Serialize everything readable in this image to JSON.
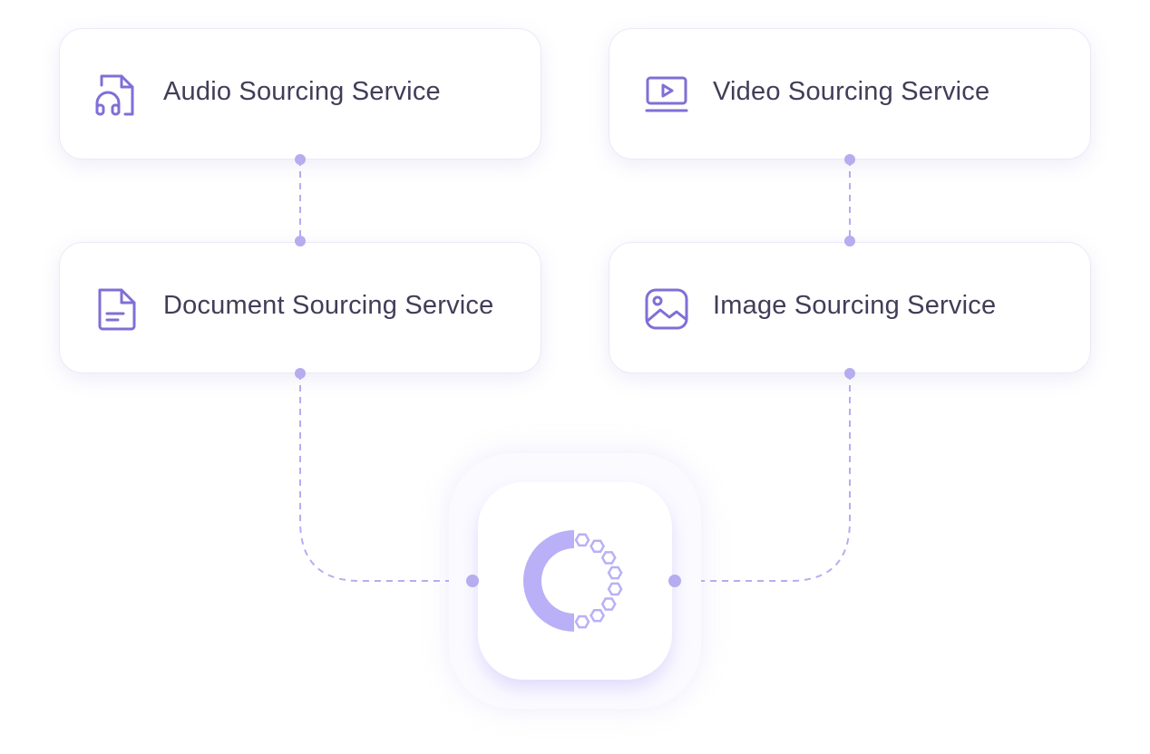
{
  "colors": {
    "accent": "#7f6fd6",
    "connector": "#b5adf0",
    "text": "#423d58"
  },
  "services": [
    {
      "label": "Audio Sourcing Service",
      "icon": "audio-file-icon"
    },
    {
      "label": "Video Sourcing Service",
      "icon": "video-player-icon"
    },
    {
      "label": "Document Sourcing Service",
      "icon": "document-icon"
    },
    {
      "label": "Image Sourcing Service",
      "icon": "image-icon"
    }
  ],
  "hub": {
    "icon": "hub-logo-icon"
  }
}
